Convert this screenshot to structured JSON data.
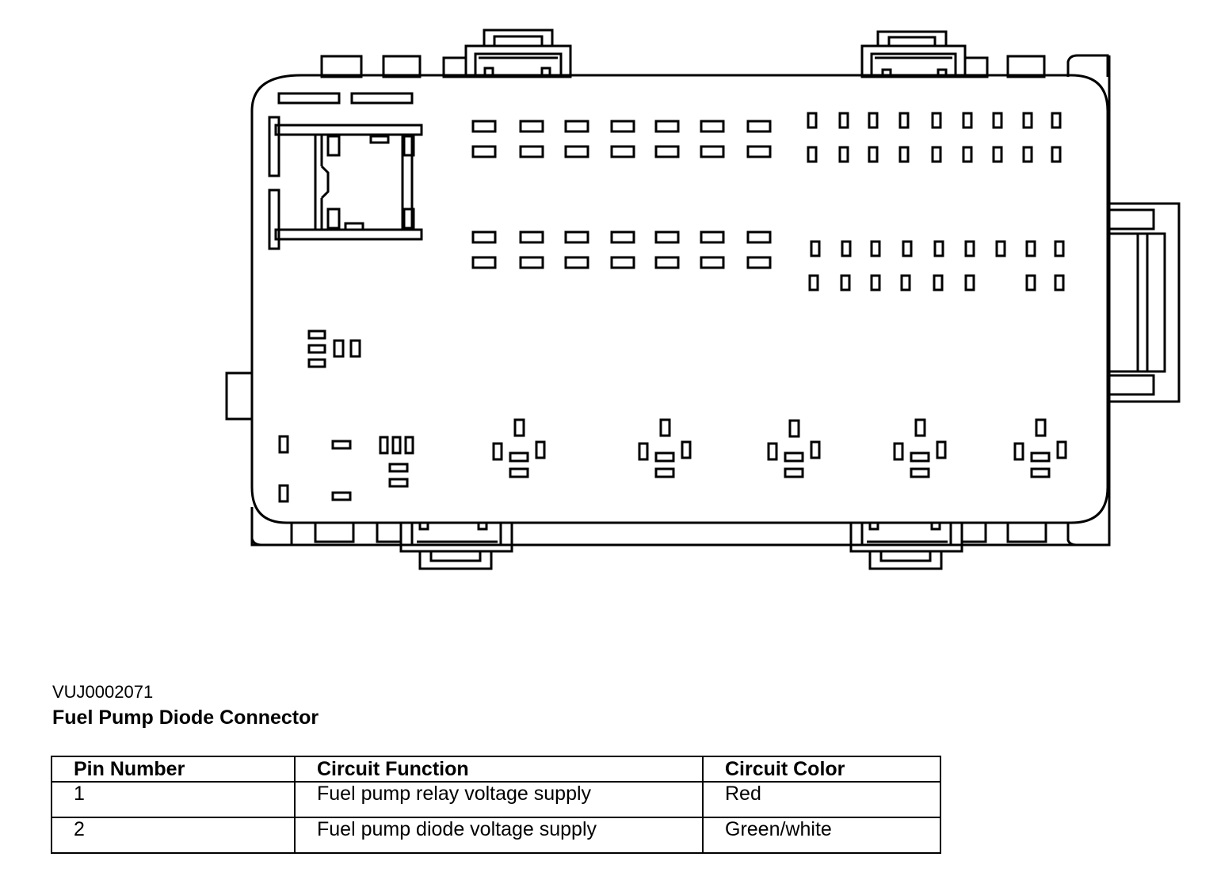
{
  "figure": {
    "id": "VUJ0002071",
    "title": "Fuel Pump Diode Connector"
  },
  "table": {
    "headers": [
      "Pin Number",
      "Circuit Function",
      "Circuit Color"
    ],
    "rows": [
      [
        "1",
        "Fuel pump relay voltage supply",
        "Red"
      ],
      [
        "2",
        "Fuel pump diode voltage supply",
        "Green/white"
      ]
    ]
  },
  "colors": {
    "line": "#000000",
    "background": "#ffffff"
  }
}
